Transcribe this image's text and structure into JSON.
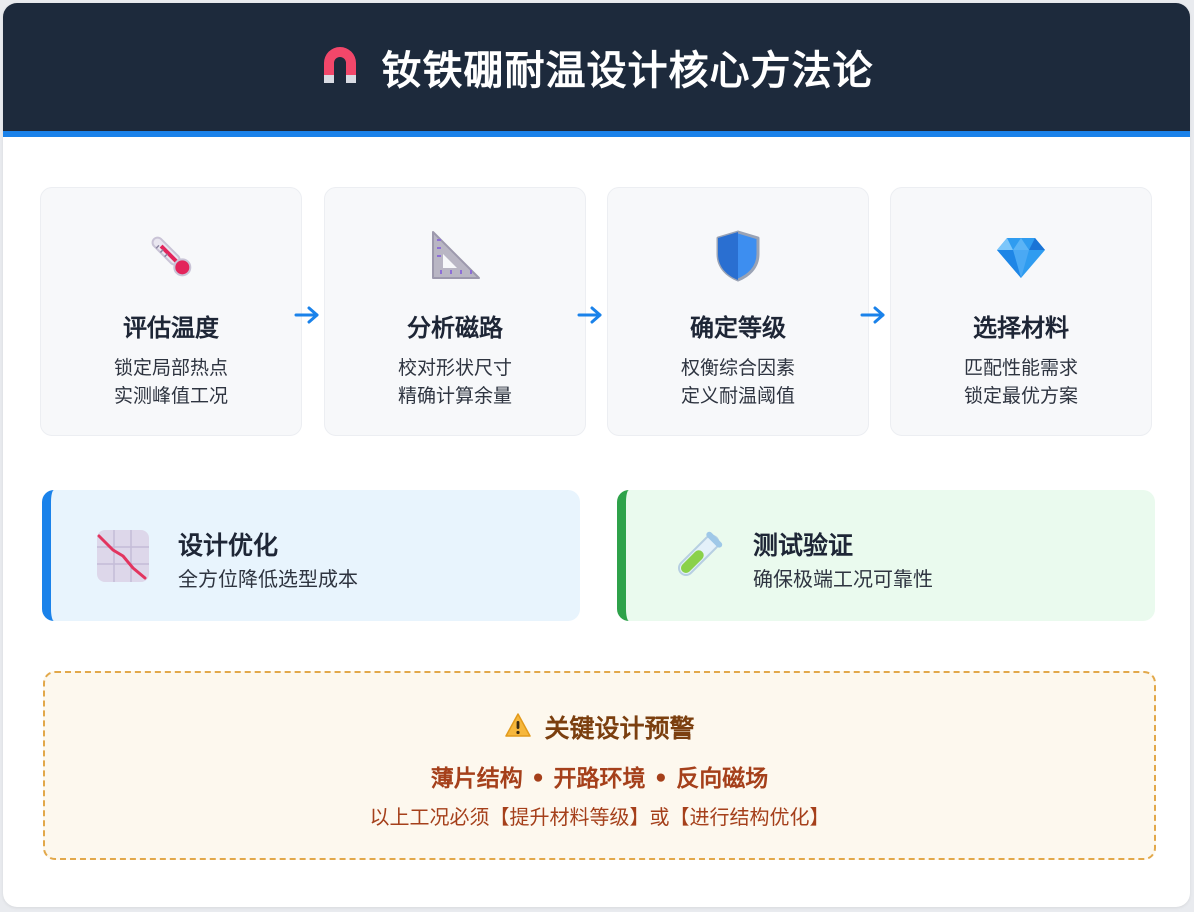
{
  "header": {
    "title": "钕铁硼耐温设计核心方法论",
    "icon": "magnet-icon"
  },
  "steps": [
    {
      "icon": "thermometer-icon",
      "title": "评估温度",
      "desc": [
        "锁定局部热点",
        "实测峰值工况"
      ]
    },
    {
      "icon": "triangle-ruler-icon",
      "title": "分析磁路",
      "desc": [
        "校对形状尺寸",
        "精确计算余量"
      ]
    },
    {
      "icon": "shield-icon",
      "title": "确定等级",
      "desc": [
        "权衡综合因素",
        "定义耐温阈值"
      ]
    },
    {
      "icon": "gem-icon",
      "title": "选择材料",
      "desc": [
        "匹配性能需求",
        "锁定最优方案"
      ]
    }
  ],
  "features": [
    {
      "icon": "chart-decreasing-icon",
      "title": "设计优化",
      "desc": "全方位降低选型成本",
      "accent": "#1a82ea"
    },
    {
      "icon": "test-tube-icon",
      "title": "测试验证",
      "desc": "确保极端工况可靠性",
      "accent": "#2ea24a"
    }
  ],
  "warning": {
    "icon": "warning-icon",
    "title": "关键设计预警",
    "subtitle": "薄片结构 • 开路环境 • 反向磁场",
    "note": "以上工况必须【提升材料等级】或【进行结构优化】"
  },
  "colors": {
    "header_bg": "#1d2a3c",
    "accent_blue": "#1a82ea",
    "accent_green": "#2ea24a",
    "warning_border": "#e2a84a",
    "warning_text": "#a5401b"
  }
}
